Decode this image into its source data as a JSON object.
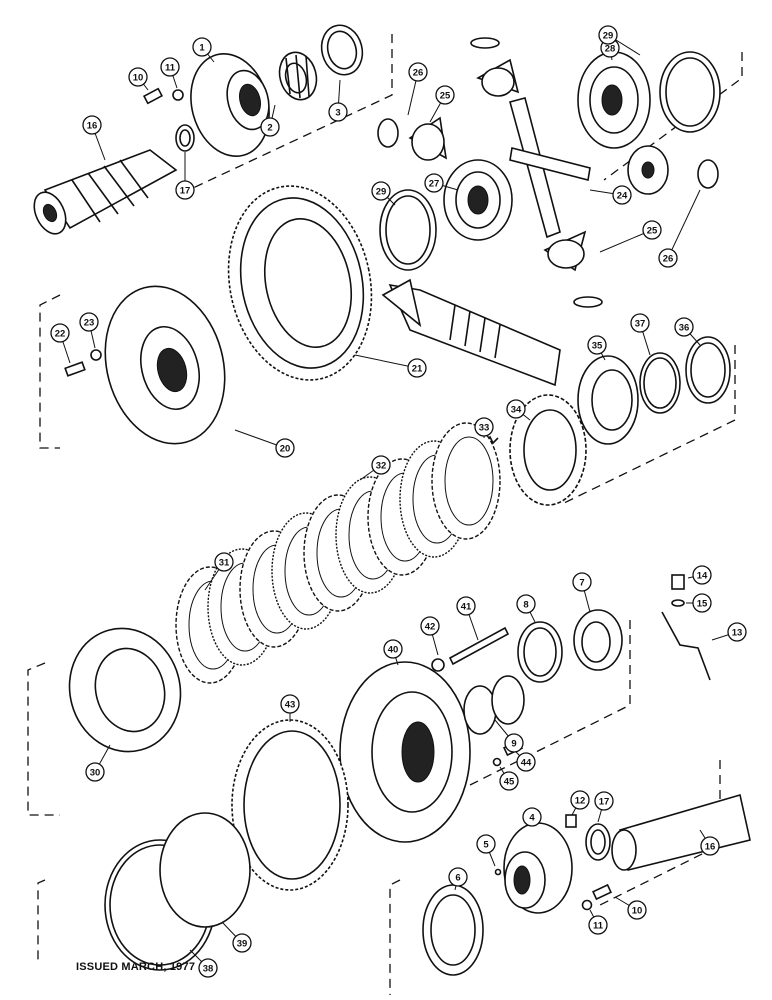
{
  "footer": {
    "issued": "ISSUED MARCH, 1977"
  },
  "callouts": [
    {
      "id": "c1",
      "num": "1"
    },
    {
      "id": "c2",
      "num": "2"
    },
    {
      "id": "c3",
      "num": "3"
    },
    {
      "id": "c4",
      "num": "4"
    },
    {
      "id": "c5",
      "num": "5"
    },
    {
      "id": "c6",
      "num": "6"
    },
    {
      "id": "c7",
      "num": "7"
    },
    {
      "id": "c8",
      "num": "8"
    },
    {
      "id": "c9",
      "num": "9"
    },
    {
      "id": "c10a",
      "num": "10"
    },
    {
      "id": "c10b",
      "num": "10"
    },
    {
      "id": "c11a",
      "num": "11"
    },
    {
      "id": "c11b",
      "num": "11"
    },
    {
      "id": "c12",
      "num": "12"
    },
    {
      "id": "c13",
      "num": "13"
    },
    {
      "id": "c14",
      "num": "14"
    },
    {
      "id": "c15",
      "num": "15"
    },
    {
      "id": "c16a",
      "num": "16"
    },
    {
      "id": "c16b",
      "num": "16"
    },
    {
      "id": "c17a",
      "num": "17"
    },
    {
      "id": "c17b",
      "num": "17"
    },
    {
      "id": "c20",
      "num": "20"
    },
    {
      "id": "c21",
      "num": "21"
    },
    {
      "id": "c22",
      "num": "22"
    },
    {
      "id": "c23",
      "num": "23"
    },
    {
      "id": "c24",
      "num": "24"
    },
    {
      "id": "c25a",
      "num": "25"
    },
    {
      "id": "c25b",
      "num": "25"
    },
    {
      "id": "c26a",
      "num": "26"
    },
    {
      "id": "c26b",
      "num": "26"
    },
    {
      "id": "c27",
      "num": "27"
    },
    {
      "id": "c28",
      "num": "28"
    },
    {
      "id": "c29a",
      "num": "29"
    },
    {
      "id": "c29b",
      "num": "29"
    },
    {
      "id": "c30",
      "num": "30"
    },
    {
      "id": "c31",
      "num": "31"
    },
    {
      "id": "c32",
      "num": "32"
    },
    {
      "id": "c33",
      "num": "33"
    },
    {
      "id": "c34",
      "num": "34"
    },
    {
      "id": "c35",
      "num": "35"
    },
    {
      "id": "c36",
      "num": "36"
    },
    {
      "id": "c37",
      "num": "37"
    },
    {
      "id": "c38",
      "num": "38"
    },
    {
      "id": "c39",
      "num": "39"
    },
    {
      "id": "c40",
      "num": "40"
    },
    {
      "id": "c41",
      "num": "41"
    },
    {
      "id": "c42",
      "num": "42"
    },
    {
      "id": "c43",
      "num": "43"
    },
    {
      "id": "c44",
      "num": "44"
    },
    {
      "id": "c45",
      "num": "45"
    }
  ]
}
